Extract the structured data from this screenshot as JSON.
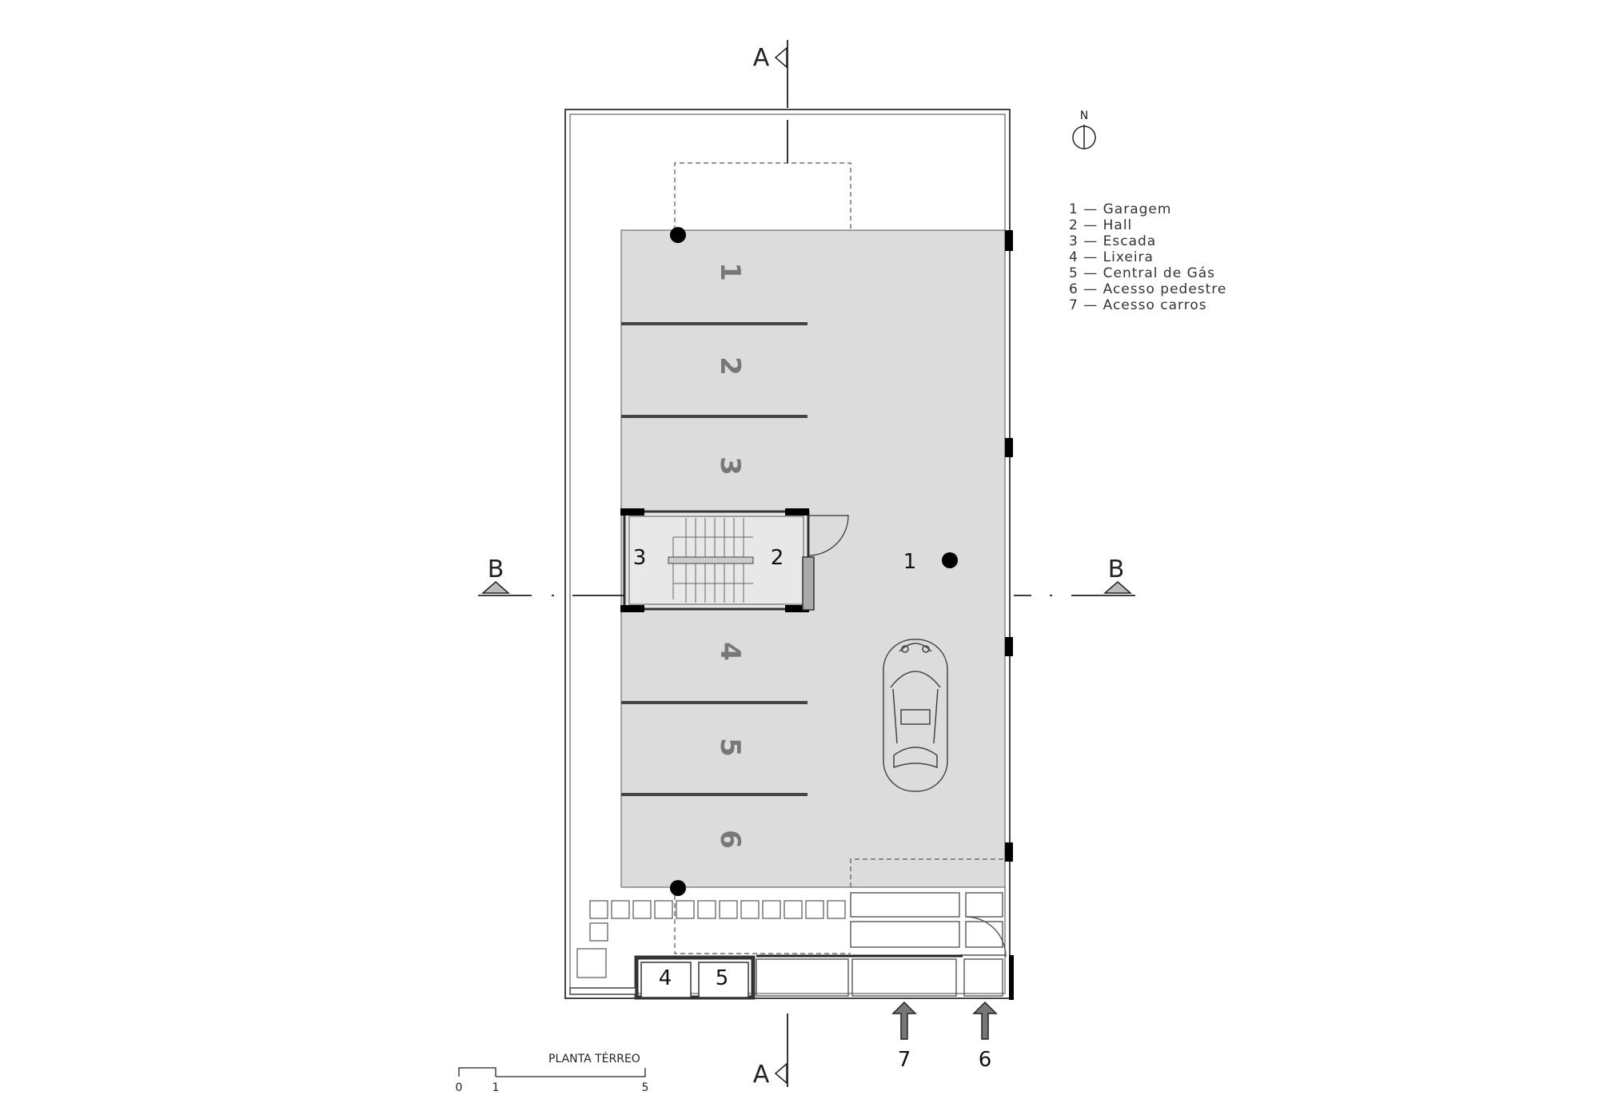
{
  "plan": {
    "title": "PLANTA TÉRREO",
    "scale_ticks": [
      "0",
      "1",
      "5"
    ],
    "north": "N",
    "section_labels": {
      "a": "A",
      "b": "B"
    }
  },
  "legend": [
    "1 — Garagem",
    "2 — Hall",
    "3 — Escada",
    "4 — Lixeira",
    "5 — Central de Gás",
    "6 — Acesso pedestre",
    "7 — Acesso carros"
  ],
  "parking_spots": [
    "1",
    "2",
    "3",
    "4",
    "5",
    "6"
  ],
  "rooms": {
    "garage": "1",
    "hall": "2",
    "stair": "3",
    "trash": "4",
    "gas": "5"
  },
  "access": {
    "cars": "7",
    "pedestrian": "6"
  },
  "colors": {
    "floor_fill": "#dcdcdc",
    "line": "#444444",
    "column": "#000000",
    "spot_text": "#777777"
  }
}
